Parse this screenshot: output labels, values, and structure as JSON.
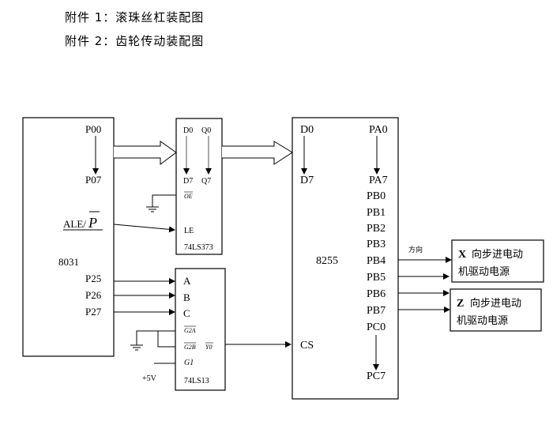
{
  "captions": [
    "附件 1：滚珠丝杠装配图",
    "附件 2：齿轮传动装配图"
  ],
  "cpu": {
    "name": "8031",
    "p00": "P00",
    "p07": "P07",
    "ale": "ALE/",
    "ale_bar": "P",
    "p25": "P25",
    "p26": "P26",
    "p27": "P27"
  },
  "latch": {
    "name": "74LS373",
    "d0": "D0",
    "q0": "Q0",
    "d7": "D7",
    "q7": "Q7",
    "oe": "OE",
    "le": "LE"
  },
  "decoder": {
    "name": "74LS13",
    "a": "A",
    "b": "B",
    "c": "C",
    "g2a": "G2A",
    "g2b": "G2B",
    "y0": "Y0",
    "g1": "G1",
    "vcc": "+5V"
  },
  "ppi": {
    "name": "8255",
    "d0": "D0",
    "d7": "D7",
    "cs": "CS",
    "pa0": "PA0",
    "pa7": "PA7",
    "pb": [
      "PB0",
      "PB1",
      "PB2",
      "PB3",
      "PB4",
      "PB5",
      "PB6",
      "PB7"
    ],
    "pc0": "PC0",
    "pc7": "PC7"
  },
  "direction_label": "方向",
  "x_driver": {
    "line1_letter": "X",
    "line1": "向步进电动",
    "line2": "机驱动电源"
  },
  "z_driver": {
    "line1_letter": "Z",
    "line1": "向步进电动",
    "line2": "机驱动电源"
  }
}
